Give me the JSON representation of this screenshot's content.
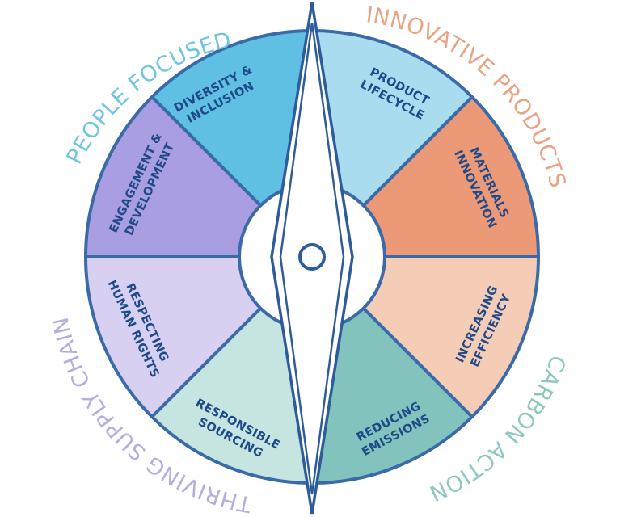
{
  "colors": {
    "outline": "#3a6aa8",
    "label_text": "#1f4a8a",
    "people_focused": "#6fc6dd",
    "innovative_products": "#e9a384",
    "carbon_action": "#8cc7c1",
    "thriving_supply_chain": "#b7acdf"
  },
  "quadrants": [
    {
      "key": "people_focused",
      "label": "PEOPLE FOCUSED",
      "color": "#6fc6dd"
    },
    {
      "key": "innovative_products",
      "label": "INNOVATIVE PRODUCTS",
      "color": "#e9a384"
    },
    {
      "key": "carbon_action",
      "label": "CARBON ACTION",
      "color": "#8cc7c1"
    },
    {
      "key": "thriving_supply_chain",
      "label": "THRIVING SUPPLY CHAIN",
      "color": "#b7acdf"
    }
  ],
  "segments": [
    {
      "key": "diversity",
      "lines": [
        "DIVERSITY &",
        "INCLUSION"
      ],
      "fill": "#a8dcee"
    },
    {
      "key": "product_lifecycle",
      "lines": [
        "PRODUCT",
        "LIFECYCLE"
      ],
      "fill": "#ec9977"
    },
    {
      "key": "materials",
      "lines": [
        "MATERIALS",
        "INNOVATION"
      ],
      "fill": "#f5cdb6"
    },
    {
      "key": "efficiency",
      "lines": [
        "INCREASING",
        "EFFICIENCY"
      ],
      "fill": "#82c4bd"
    },
    {
      "key": "emissions",
      "lines": [
        "REDUCING",
        "EMISSIONS"
      ],
      "fill": "#c6e5e1"
    },
    {
      "key": "sourcing",
      "lines": [
        "RESPONSIBLE",
        "SOURCING"
      ],
      "fill": "#d7d0f1"
    },
    {
      "key": "human_rights",
      "lines": [
        "RESPECTING",
        "HUMAN RIGHTS"
      ],
      "fill": "#a99ee2"
    },
    {
      "key": "engagement",
      "lines": [
        "ENGAGEMENT &",
        "DEVELOPMENT"
      ],
      "fill": "#5fc0e4"
    }
  ]
}
